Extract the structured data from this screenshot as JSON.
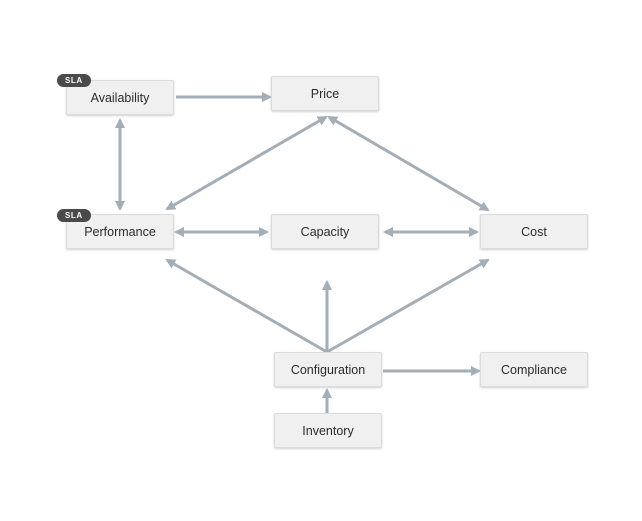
{
  "nodes": {
    "availability": "Availability",
    "price": "Price",
    "performance": "Performance",
    "capacity": "Capacity",
    "cost": "Cost",
    "configuration": "Configuration",
    "compliance": "Compliance",
    "inventory": "Inventory"
  },
  "badges": {
    "availability": "SLA",
    "performance": "SLA"
  },
  "edges": [
    {
      "from": "availability",
      "to": "price",
      "direction": "forward"
    },
    {
      "from": "availability",
      "to": "performance",
      "direction": "both"
    },
    {
      "from": "performance",
      "to": "price",
      "direction": "both"
    },
    {
      "from": "price",
      "to": "cost",
      "direction": "both"
    },
    {
      "from": "performance",
      "to": "capacity",
      "direction": "both"
    },
    {
      "from": "capacity",
      "to": "cost",
      "direction": "both"
    },
    {
      "from": "configuration",
      "to": "performance",
      "direction": "forward"
    },
    {
      "from": "configuration",
      "to": "capacity",
      "direction": "forward"
    },
    {
      "from": "configuration",
      "to": "cost",
      "direction": "forward"
    },
    {
      "from": "configuration",
      "to": "compliance",
      "direction": "forward"
    },
    {
      "from": "inventory",
      "to": "configuration",
      "direction": "forward"
    }
  ],
  "colors": {
    "edge": "#a3aeb6",
    "node_fill": "#f0f0f0",
    "badge": "#4a4a4a"
  }
}
